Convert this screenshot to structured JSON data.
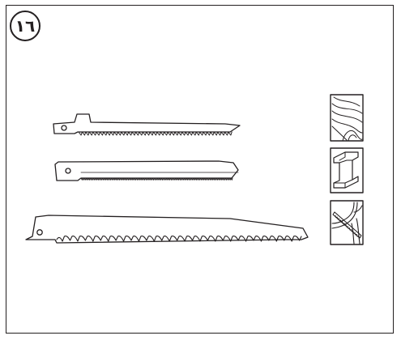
{
  "figure": {
    "step_number": "١٦",
    "ink_color": "#231f20",
    "background_color": "#ffffff",
    "blades": [
      {
        "name": "wood-blade",
        "tooth_style": "coarse"
      },
      {
        "name": "metal-blade",
        "tooth_style": "fine"
      },
      {
        "name": "pruning-blade",
        "tooth_style": "large-wavy"
      }
    ],
    "material_icons": [
      {
        "name": "wood-icon"
      },
      {
        "name": "metal-i-beam-icon"
      },
      {
        "name": "branch-pruning-icon"
      }
    ]
  }
}
